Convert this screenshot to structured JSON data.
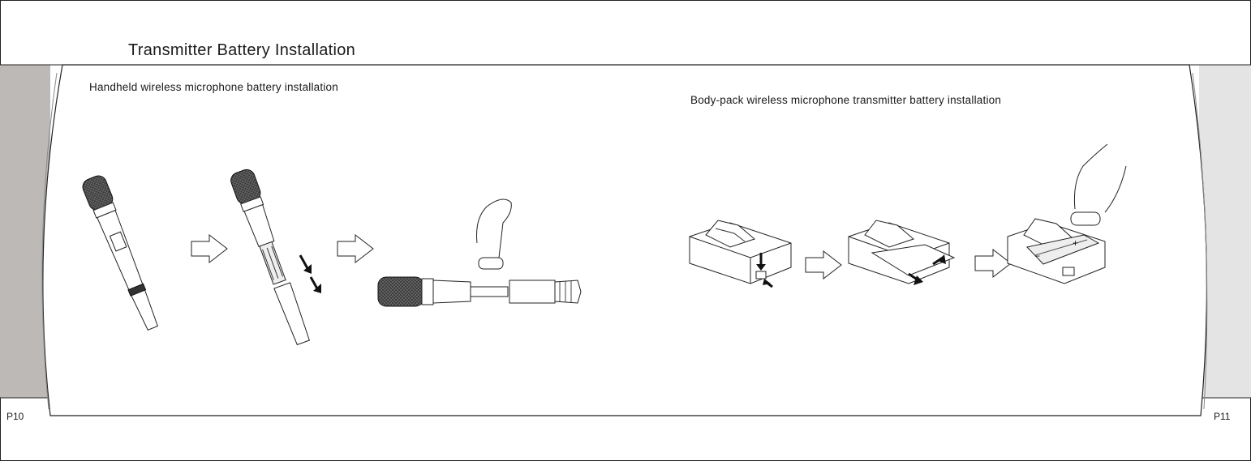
{
  "header": {
    "title": "Transmitter Battery Installation"
  },
  "sections": {
    "handheld": {
      "heading": "Handheld wireless microphone battery installation",
      "figures": [
        "handheld-mic-closed",
        "handheld-mic-opening",
        "handheld-mic-battery-insert"
      ]
    },
    "bodypack": {
      "heading": "Body-pack wireless microphone transmitter battery installation",
      "figures": [
        "bodypack-closed",
        "bodypack-sliding-cover",
        "bodypack-battery-insert"
      ]
    }
  },
  "pages": {
    "left": "P10",
    "right": "P11"
  },
  "colors": {
    "left_margin": "#bdb9b6",
    "right_margin": "#e4e4e4",
    "line": "#222222"
  }
}
